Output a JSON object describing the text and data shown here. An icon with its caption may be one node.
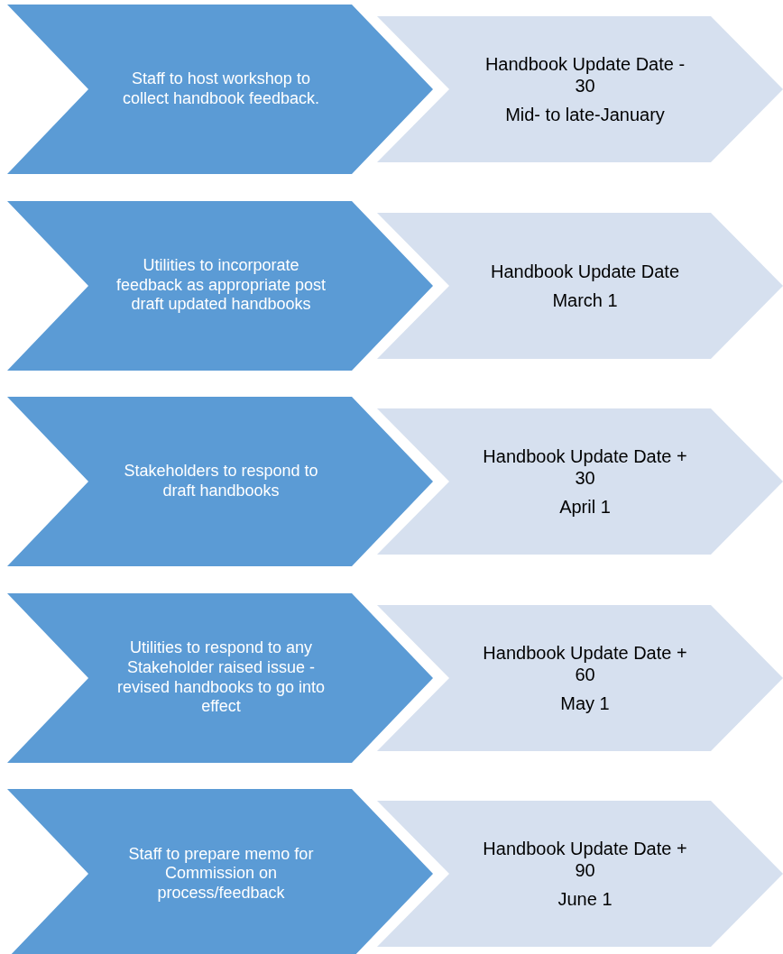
{
  "diagram": {
    "nodes": [
      {
        "text": [
          "Staff to host workshop to collect handbook feedback."
        ]
      },
      {
        "text": [
          "Handbook Update Date - 30",
          "Mid- to late-January"
        ]
      },
      {
        "text": [
          "Utilities to incorporate feedback as appropriate post draft updated handbooks"
        ]
      },
      {
        "text": [
          "Handbook Update Date",
          "March 1"
        ]
      },
      {
        "text": [
          "Stakeholders to respond to draft handbooks"
        ]
      },
      {
        "text": [
          "Handbook Update Date + 30",
          "April 1"
        ]
      },
      {
        "text": [
          "Utilities to respond to any Stakeholder raised issue - revised handbooks to go into effect"
        ]
      },
      {
        "text": [
          "Handbook Update Date + 60",
          "May 1"
        ]
      },
      {
        "text": [
          "Staff to prepare memo for Commission on process/feedback"
        ]
      },
      {
        "text": [
          "Handbook Update Date + 90",
          "June 1"
        ]
      }
    ]
  }
}
